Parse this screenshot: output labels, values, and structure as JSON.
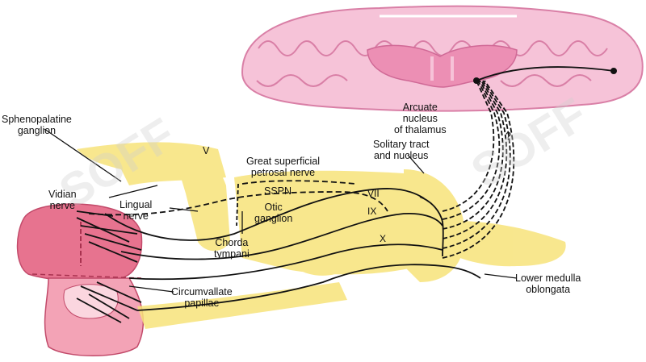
{
  "labels": {
    "sphenopalatine": "Sphenopalatine\nganglion",
    "vidian": "Vidian\nnerve",
    "lingual": "Lingual\nnerve",
    "trigeminal": "V",
    "great_superficial": "Great superficial\npetrosal nerve",
    "sspn": "SSPN",
    "otic": "Otic\nganglion",
    "chorda": "Chorda\ntympani",
    "vii": "VII",
    "ix": "IX",
    "x": "X",
    "arcuate": "Arcuate\nnucleus\nof thalamus",
    "solitary": "Solitary tract\nand nucleus",
    "question": "?",
    "lower_medulla": "Lower medulla\noblongata",
    "circumvallate": "Circumvallate\npapillae"
  },
  "watermark": "SOFF",
  "colors": {
    "brain": "#f2b6cf",
    "brain_outline": "#d97fa6",
    "nerve_yellow": "#f7e37a",
    "tongue": "#e86a86",
    "nerve_line": "#111111"
  }
}
